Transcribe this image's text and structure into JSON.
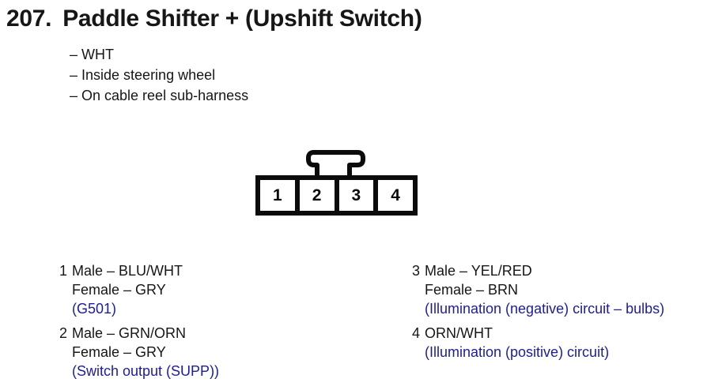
{
  "page": {
    "section_number": "207.",
    "title": "Paddle Shifter + (Upshift Switch)",
    "notes": [
      "– WHT",
      "– Inside steering wheel",
      "– On cable reel sub-harness"
    ]
  },
  "connector": {
    "cavities": [
      "1",
      "2",
      "3",
      "4"
    ]
  },
  "pins": [
    {
      "number": "1",
      "column": "left",
      "lines": [
        {
          "text": "Male – BLU/WHT",
          "blue": false
        },
        {
          "text": "Female – GRY",
          "blue": false
        },
        {
          "text": "(G501)",
          "blue": true
        }
      ]
    },
    {
      "number": "2",
      "column": "left",
      "lines": [
        {
          "text": "Male – GRN/ORN",
          "blue": false
        },
        {
          "text": "Female – GRY",
          "blue": false
        },
        {
          "text": "(Switch output (SUPP))",
          "blue": true
        }
      ]
    },
    {
      "number": "3",
      "column": "right",
      "lines": [
        {
          "text": "Male – YEL/RED",
          "blue": false
        },
        {
          "text": "Female – BRN",
          "blue": false
        },
        {
          "text": "(Illumination (negative) circuit – bulbs)",
          "blue": true
        }
      ]
    },
    {
      "number": "4",
      "column": "right",
      "lines": [
        {
          "text": "ORN/WHT",
          "blue": false
        },
        {
          "text": "(Illumination (positive) circuit)",
          "blue": true
        }
      ]
    }
  ],
  "colors": {
    "text_black": "#161616",
    "annotation_blue": "#1c1c9e",
    "diagram_stroke": "#0b0b0b",
    "background": "#ffffff"
  }
}
